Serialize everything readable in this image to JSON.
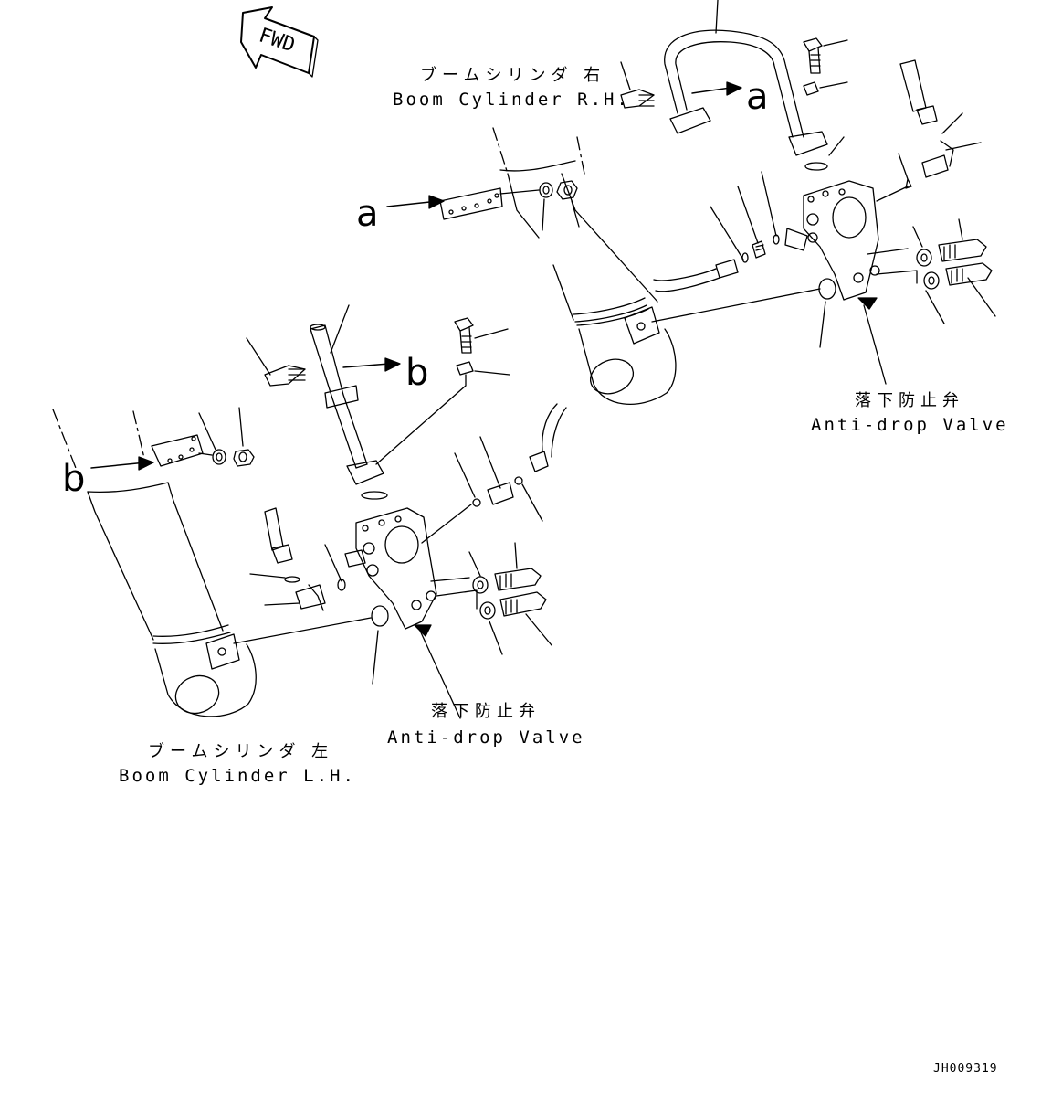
{
  "fwd_label": "FWD",
  "boom_rh": {
    "jp": "ブームシリンダ 右",
    "en": "Boom Cylinder R.H."
  },
  "boom_lh": {
    "jp": "ブームシリンダ 左",
    "en": "Boom Cylinder L.H."
  },
  "valve_rh": {
    "jp": "落下防止弁",
    "en": "Anti-drop Valve"
  },
  "valve_lh": {
    "jp": "落下防止弁",
    "en": "Anti-drop Valve"
  },
  "callouts": {
    "a1": "a",
    "a2": "a",
    "b1": "b",
    "b2": "b"
  },
  "doc_id": "JH009319"
}
